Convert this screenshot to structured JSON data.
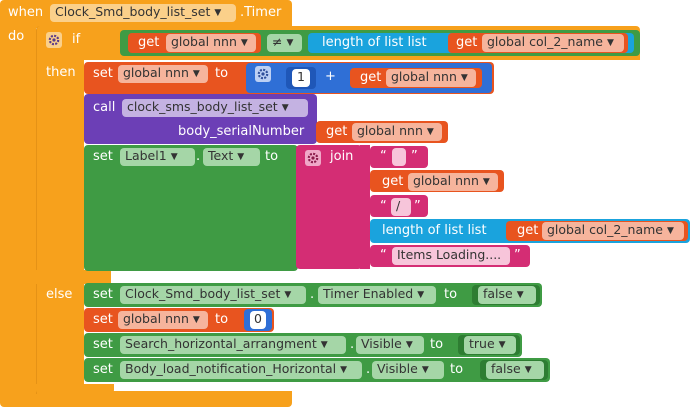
{
  "event": {
    "when": "when",
    "component": "Clock_Smd_body_list_set",
    "event_name": ".Timer",
    "do": "do"
  },
  "if_block": {
    "if": "if",
    "then": "then",
    "else": "else",
    "condition": {
      "get": "get",
      "var_left": "global nnn",
      "op": "≠",
      "length_label": "length of list  list",
      "get2": "get",
      "var_right": "global col_2_name"
    }
  },
  "then_statements": {
    "set_nnn": {
      "set": "set",
      "var": "global nnn",
      "to": "to",
      "literal": "1",
      "plus": "+",
      "get": "get",
      "get_var": "global nnn"
    },
    "call": {
      "call": "call",
      "procedure": "clock_sms_body_list_set",
      "param": "body_serialNumber",
      "get": "get",
      "get_var": "global nnn"
    },
    "set_label": {
      "set": "set",
      "component": "Label1",
      "property": "Text",
      "to": "to",
      "join": "join",
      "items": {
        "empty_text": "",
        "get": "get",
        "get_var": "global nnn",
        "slash": "/",
        "length_label": "length of list  list",
        "get2": "get",
        "get2_var": "global col_2_name",
        "loading": "Items Loading...."
      }
    }
  },
  "else_statements": [
    {
      "set": "set",
      "component": "Clock_Smd_body_list_set",
      "property": "Timer Enabled",
      "to": "to",
      "value": "false"
    },
    {
      "set": "set",
      "component": "global nnn",
      "to": "to",
      "value": "0"
    },
    {
      "set": "set",
      "component": "Search_horizontal_arrangment",
      "property": "Visible",
      "to": "to",
      "value": "true"
    },
    {
      "set": "set",
      "component": "Body_load_notification_Horizontal",
      "property": "Visible",
      "to": "to",
      "value": "false"
    }
  ],
  "colors": {
    "event": "#f7a11c",
    "control": "#f7a11c",
    "component_set": "#3f9b44",
    "variable": "#e8541f",
    "math": "#2f6fd6",
    "procedure": "#6c3fb6",
    "text": "#d42d74",
    "list": "#1aa3dd",
    "logic": "#3f9b44"
  }
}
